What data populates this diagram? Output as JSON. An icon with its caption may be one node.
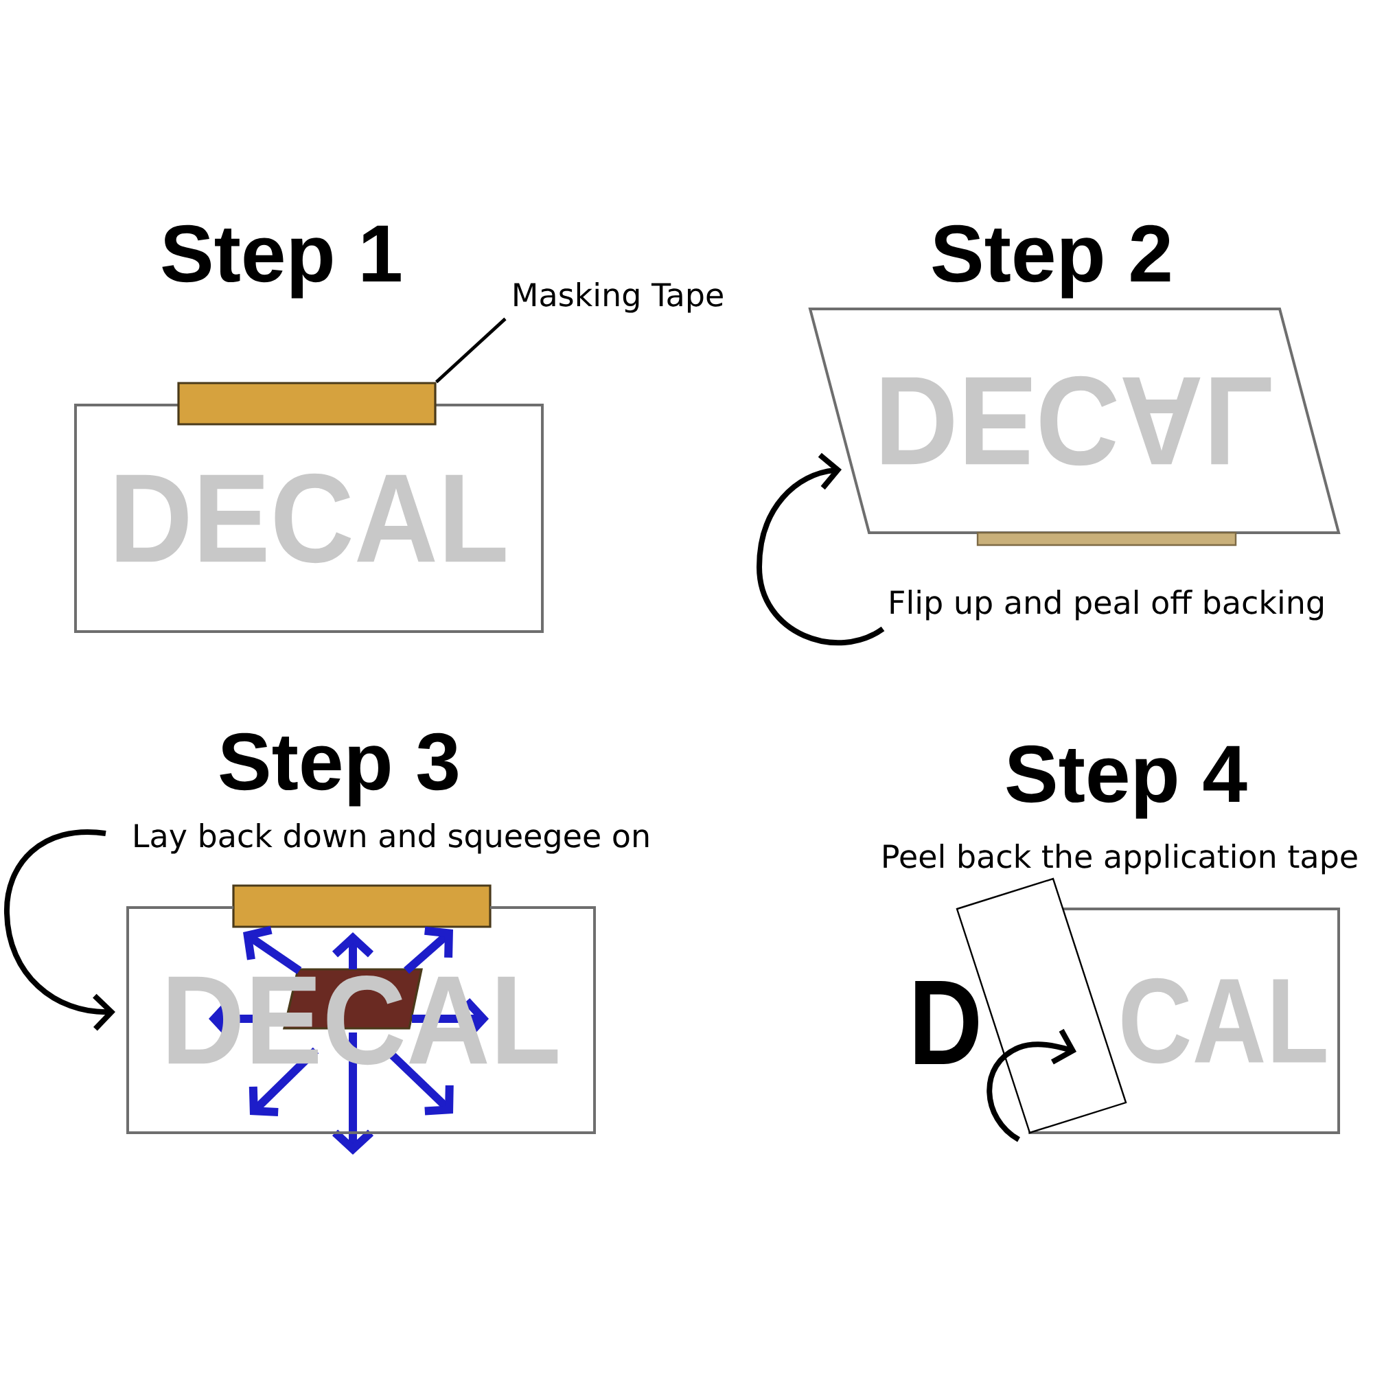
{
  "diagram": {
    "nodes": [
      {
        "text": [
          "Masking Tape"
        ]
      },
      {
        "text": [],
        "shape": "bar"
      },
      {
        "text": [
          "DECAL"
        ]
      },
      {
        "text": [
          "DECAL"
        ]
      },
      {
        "text": [],
        "shape": "bar"
      },
      {
        "text": [
          "DECAL"
        ]
      },
      {
        "text": [
          "CAL"
        ],
        "beside": [
          "D"
        ]
      }
    ],
    "edges": [
      {
        "from": 0,
        "to": 1,
        "arrow": "none"
      }
    ],
    "labels": [
      "Step 1",
      "Step 2",
      "Flip up and peal off backing",
      "Step 3",
      "Lay back down and squeegee on",
      "Step 4",
      "Peel back the application tape"
    ]
  }
}
